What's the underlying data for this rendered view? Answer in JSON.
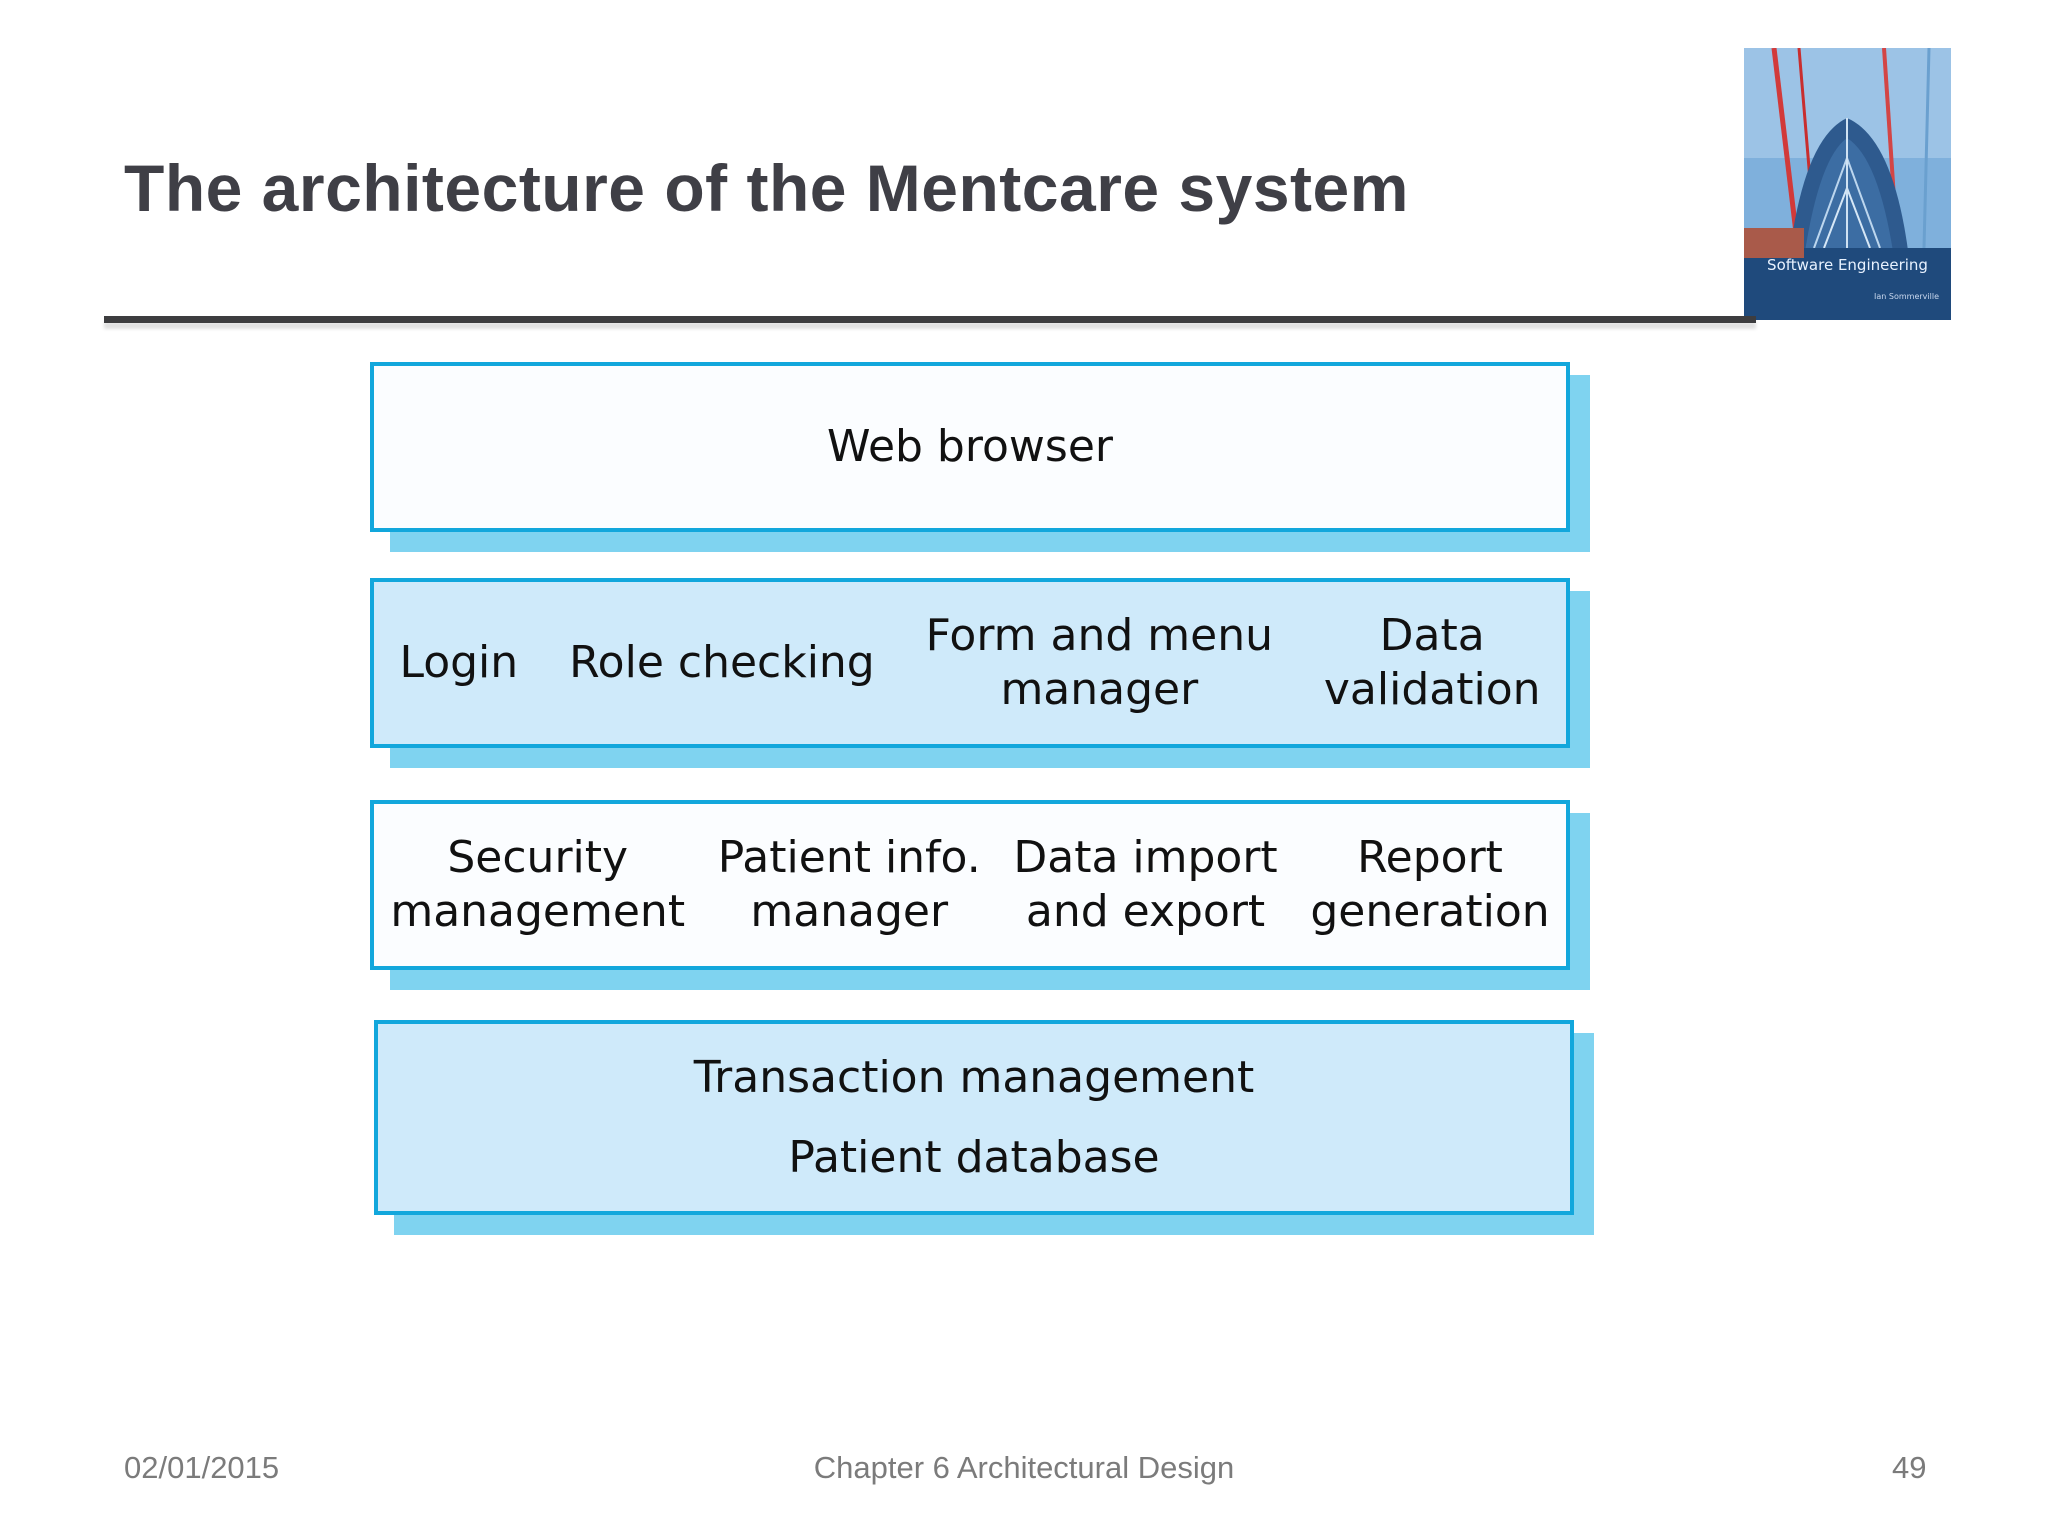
{
  "slide": {
    "title": "The architecture of the Mentcare system"
  },
  "book_cover": {
    "title": "Software Engineering",
    "author": "Ian Sommerville"
  },
  "diagram": {
    "layers": [
      {
        "components": [
          "Web browser"
        ]
      },
      {
        "components": [
          "Login",
          "Role checking",
          "Form and menu\nmanager",
          "Data\nvalidation"
        ]
      },
      {
        "components": [
          "Security\nmanagement",
          "Patient info.\nmanager",
          "Data import\nand export",
          "Report\ngeneration"
        ]
      },
      {
        "components": [
          "Transaction management",
          "Patient database"
        ]
      }
    ]
  },
  "footer": {
    "date": "02/01/2015",
    "chapter": "Chapter 6 Architectural Design",
    "page": "49"
  },
  "colors": {
    "box_border": "#12a7dc",
    "box_fill_light": "#cfeafa",
    "box_shadow": "#7fd3f0",
    "title": "#3f3f46"
  }
}
